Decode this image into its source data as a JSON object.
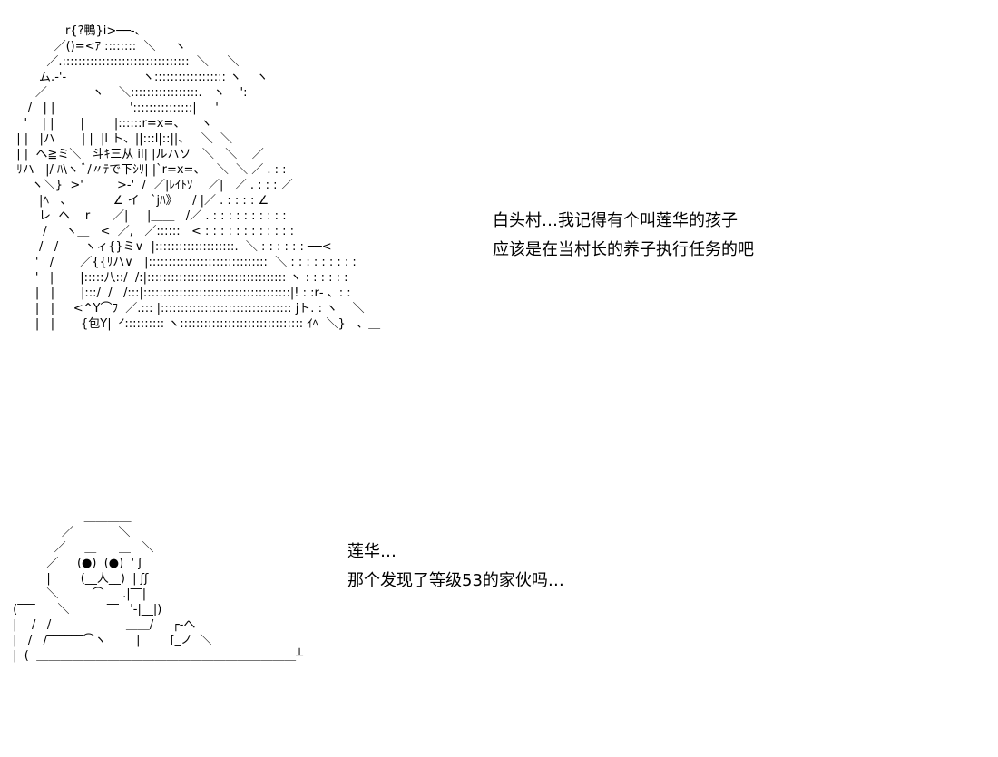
{
  "scene1": {
    "art_lines": [
      "               r{?鴨}i>──-、",
      "            ／()=<ｱ ::::::::  ＼     ヽ",
      "          ／.::::::::::::::::::::::::::::::::  ＼     ＼",
      "        ム.‐'‐        ＿＿      ヽ:::::::::::::::::: ヽ    ヽ",
      "       ／            ヽ    ＼:::::::::::::::::.   ヽ    ':",
      "     /   | |                    ':::::::::::::::|     '",
      "    '    | |       |        |::::::r=x=、    ヽ",
      "  | |   |ハ       | |  |l ト、||:::l|::||、   ＼  ＼",
      "  | |  ヘ≧ミ＼   斗ｷ三从 il| |ルハソ   ＼   ＼    ／",
      "  ﾘハ   |/ ﾊ\\ヽ ﾞ/〃ﾃで下ｼﾘ| |`r=x=、   ＼  ＼ ／ . : :",
      "      ヽ＼}  >'         >-'  /  ／|ﾚｲﾄｿ    ／|   ／ . : : : ／",
      "        |ﾍ   、           ∠ イ   `jﾊ》    / |／ . : : : : ∠",
      "        レ  ヘ    r      ／|     |＿＿   /／ . : : : : : : : : : :",
      "         /     ヽ＿   <  ／,   ／::::::   < : : : : : : : : : : : :",
      "        /   /       ヽィ{}ミ∨  |::::::::::::::::::::.  ＼ : : : : : : ──<",
      "       '   /       ／{{ﾘハ∨   |::::::::::::::::::::::::::::::  ＼ : : : : : : : : :",
      "       '   |       |:::::八::/  /:|::::::::::::::::::::::::::::::::::: ヽ : : : : : :",
      "       |   |       |:::/  /   /:::|:::::::::::::::::::::::::::::::::::::|! : :r‐ 、: :",
      "       |   |     <^Y⌒ﾌ  ／.::: |::::::::::::::::::::::::::::::::: jト. : ヽ    ＼",
      "       |   |       {包Y|  ｲ:::::::::: ヽ::::::::::::::::::::::::::::::: ｲﾍ  ＼}   、＿"
    ]
  },
  "scene2": {
    "art_lines": [
      "                    ＿＿＿＿",
      "              ／            ＼",
      "            ／     ＿      ＿   ＼",
      "          ／     (●)  (●)  ' ʃ",
      "          |        (__人__)  | ʃʃ",
      "          ＼         ⌒     .|‾‾|",
      " (‾‾‾      ＼          ‾‾   '-|__|)",
      " |    /   /                    ＿＿/     ┌‐へ",
      " |   /   /‾‾‾‾‾‾⌒ヽ        |        [_ノ  ＼",
      " |  (  ＿＿＿＿＿＿＿＿＿＿＿＿＿＿＿＿＿＿＿＿＿＿┴"
    ]
  },
  "dialogue": {
    "scene1": [
      "白头村…我记得有个叫莲华的孩子",
      "应该是在当村长的养子执行任务的吧"
    ],
    "scene2": [
      "莲华…",
      "那个发现了等级53的家伙吗…"
    ]
  }
}
